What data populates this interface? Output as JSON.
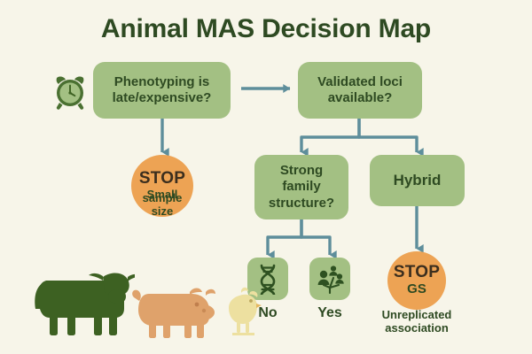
{
  "page": {
    "title": "Animal MAS Decision Map",
    "background_color": "#F7F5E9"
  },
  "colors": {
    "box_fill": "#A3C083",
    "box_text": "#2E4A22",
    "stop_fill": "#EDA354",
    "stop_text": "#3B2E1E",
    "connector": "#5E8E9B",
    "cow": "#3D6122",
    "pig": "#DFA26B",
    "chick": "#EDE0A0",
    "title": "#2E4A22"
  },
  "icons": {
    "clock": "alarm-clock-icon",
    "dna": "dna-helix-icon",
    "pedigree": "family-tree-icon",
    "cow": "cow-silhouette",
    "pig": "pig-silhouette",
    "chick": "chick-silhouette"
  },
  "nodes": {
    "phenotyping": {
      "line1": "Phenotyping is",
      "line2": "late/expensive?"
    },
    "validated_loci": {
      "line1": "Validated loci",
      "line2": "available?"
    },
    "strong_family": {
      "line1": "Strong",
      "line2": "family",
      "line3": "structure?"
    },
    "hybrid": {
      "label": "Hybrid"
    },
    "stop_small_sample": {
      "word": "STOP",
      "sub_line1": "Small",
      "sub_line2": "sample",
      "sub_line3": "size"
    },
    "stop_gs": {
      "word": "STOP",
      "sub": "GS",
      "caption_line1": "Unreplicated",
      "caption_line2": "association"
    },
    "branch_no": {
      "label": "No"
    },
    "branch_yes": {
      "label": "Yes"
    }
  }
}
